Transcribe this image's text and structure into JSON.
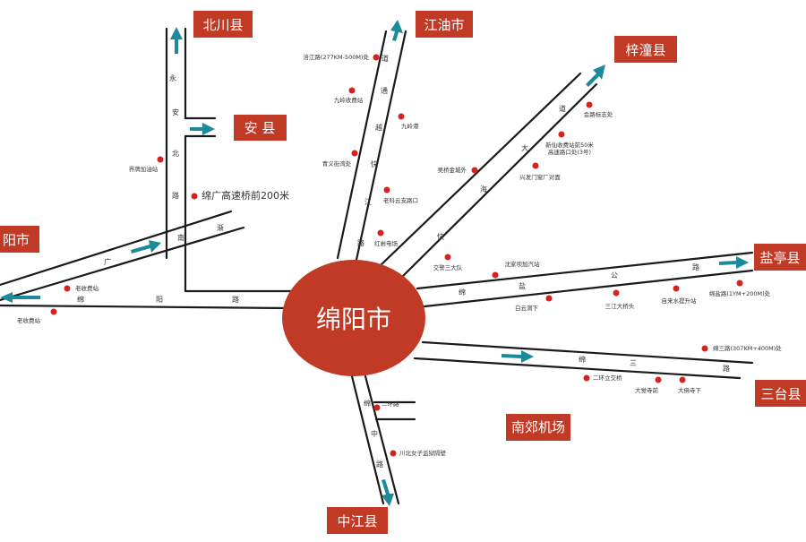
{
  "center_city": "绵阳市",
  "destinations": {
    "beichuan": "北川县",
    "an": "安  县",
    "jiangyou": "江油市",
    "zitong": "梓潼县",
    "yanting": "盐亭县",
    "santai": "三台县",
    "zhongjiang": "中江县",
    "deyang": "阳市",
    "airport": "南郊机场"
  },
  "road_chars": {
    "beichuan_road": [
      "永",
      "安",
      "北",
      "路"
    ],
    "jiangyou_road": [
      "道",
      "通",
      "越",
      "快",
      "江",
      "路"
    ],
    "zitong_road": [
      "道",
      "大",
      "海",
      "快"
    ],
    "yanting_road": [
      "绵",
      "盐",
      "公",
      "路"
    ],
    "santai_road": [
      "绵",
      "三",
      "路"
    ],
    "zhongjiang_road": [
      "绵",
      "中",
      "路"
    ],
    "guangyuan_road": [
      "广",
      "南",
      "渐"
    ],
    "west_road": [
      "绵",
      "阳",
      "路"
    ]
  },
  "pois": {
    "jieping": "界牌加油站",
    "mianguang": "绵广高速桥前200米",
    "fujiang": "涪江路(277KM-500M)处",
    "jiuling_toll": "九岭收费站",
    "jiuling_port": "九岭港",
    "qingyi": "青义街湾处",
    "laoke": "老科云支路口",
    "hongyan": "红岩电场",
    "wujin": "吴桥金城外",
    "huilu": "会路标志处",
    "xinxiang": "新仙收费站前50米",
    "gaosu": "高速路口处(3号)",
    "xingfa": "兴发门窗厂对面",
    "jiaojing": "交警三大队",
    "shenjia": "沈家坝加汽站",
    "baiyun": "白云洞下",
    "sanjiang": "三江大桥头",
    "zilai": "自来水提升站",
    "mianyan_km": "绵盐路(1YM+200M)处",
    "laoshou1": "老收费站",
    "laoshou2": "老收费站",
    "ersan_km": "绵三路(307KM+400M)处",
    "erhuan": "二环立交桥",
    "dajue": "大觉寺前",
    "dafo": "大佛寺下",
    "erhuan_road": "二环路",
    "sichuan_school": "川北女子监狱隔壁"
  },
  "colors": {
    "label_bg": "#c13a25",
    "center_fill": "#c13a25",
    "arrow": "#1c8a9a",
    "poi": "#d6221e",
    "road": "#1a1a1a"
  }
}
